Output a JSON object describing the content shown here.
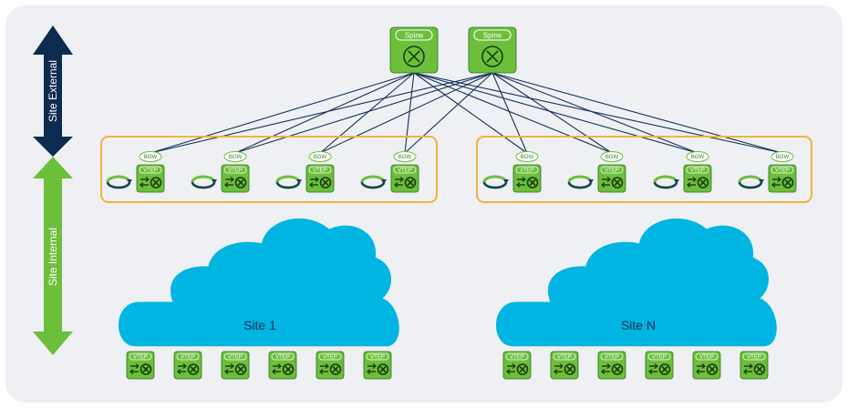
{
  "arrows": {
    "external_label": "Site External",
    "internal_label": "Site Internal",
    "external_color": "#0d2a4f",
    "internal_color": "#6cbf3b"
  },
  "spines": [
    {
      "label": "Spine"
    },
    {
      "label": "Spine"
    }
  ],
  "bgw_label": "BGW",
  "vtep_label": "VTEP",
  "sites": [
    {
      "name": "Site 1"
    },
    {
      "name": "Site N"
    }
  ],
  "colors": {
    "panel_background": "#eef0f3",
    "device_green": "#6cbf3b",
    "device_dark": "#2f6f1f",
    "cloud": "#00b5e2",
    "bgw_box": "#f4b140",
    "links": "#14305a"
  },
  "icons": {
    "spine": "spine-switch-icon",
    "vtep": "vtep-switch-icon",
    "loop": "loop-arrow-icon"
  }
}
